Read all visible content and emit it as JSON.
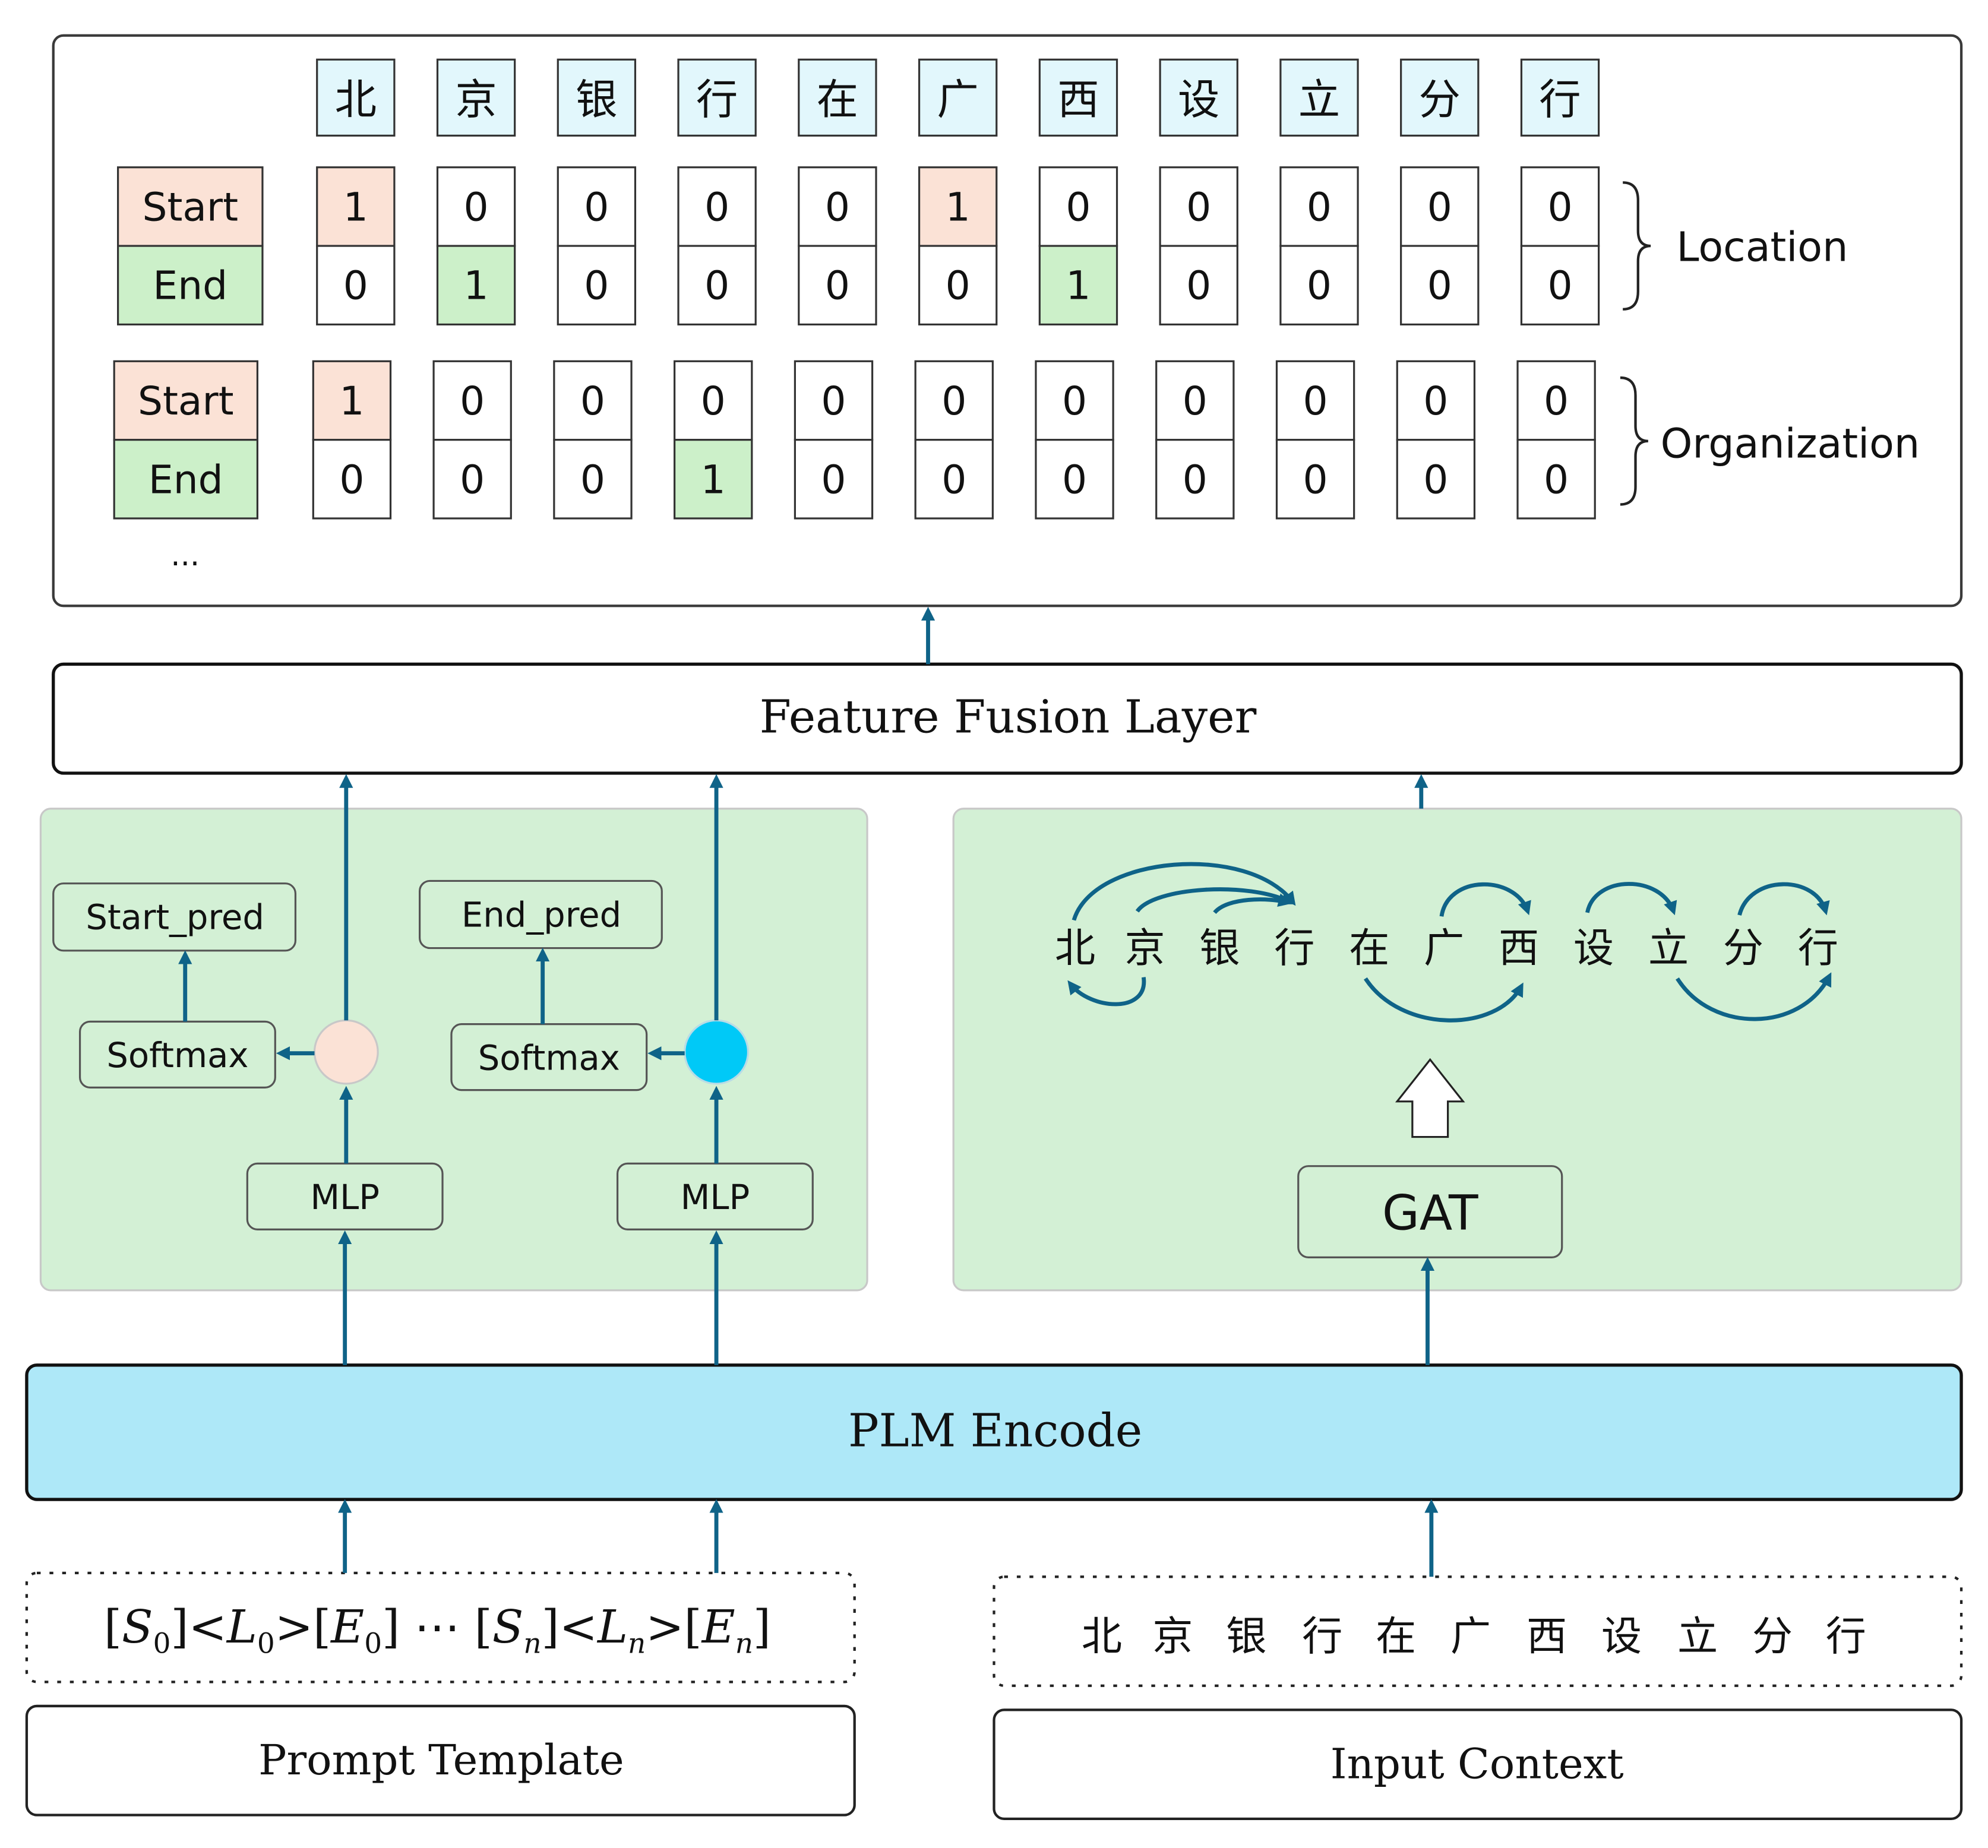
{
  "top_panel": {
    "chars": [
      "北",
      "京",
      "银",
      "行",
      "在",
      "广",
      "西",
      "设",
      "立",
      "分",
      "行"
    ],
    "groups": [
      {
        "label": "Location",
        "start_label": "Start",
        "end_label": "End",
        "start": [
          1,
          0,
          0,
          0,
          0,
          1,
          0,
          0,
          0,
          0,
          0
        ],
        "end": [
          0,
          1,
          0,
          0,
          0,
          0,
          1,
          0,
          0,
          0,
          0
        ]
      },
      {
        "label": "Organization",
        "start_label": "Start",
        "end_label": "End",
        "start": [
          1,
          0,
          0,
          0,
          0,
          0,
          0,
          0,
          0,
          0,
          0
        ],
        "end": [
          0,
          0,
          0,
          1,
          0,
          0,
          0,
          0,
          0,
          0,
          0
        ]
      }
    ],
    "ellipsis": "..."
  },
  "fusion": {
    "label": "Feature Fusion Layer"
  },
  "left_panel": {
    "start_pred": "Start_pred",
    "end_pred": "End_pred",
    "softmax": "Softmax",
    "mlp": "MLP"
  },
  "right_panel": {
    "chars": [
      "北",
      "京",
      "银",
      "行",
      "在",
      "广",
      "西",
      "设",
      "立",
      "分",
      "行"
    ],
    "gat": "GAT"
  },
  "plm": {
    "label": "PLM Encode"
  },
  "prompt": {
    "label": "Prompt Template"
  },
  "input_context": {
    "label": "Input Context",
    "chars": [
      "北",
      "京",
      "银",
      "行",
      "在",
      "广",
      "西",
      "设",
      "立",
      "分",
      "行"
    ]
  },
  "colors": {
    "arrow": "#0f6388",
    "start_fill": "#fbe2d6",
    "end_fill": "#ccf0c9",
    "char_fill": "#e2f7fc",
    "panel_green": "#d3f0d5",
    "plm_blue": "#aee8f8",
    "circle_peach": "#fbe2d6",
    "circle_cyan": "#00c9f7"
  }
}
